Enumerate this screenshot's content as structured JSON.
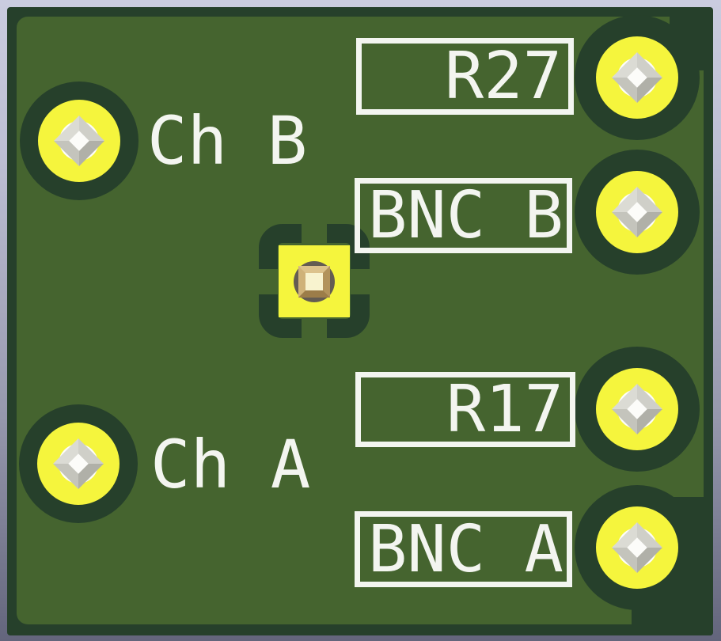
{
  "view": {
    "name": "pcb-3d-top-view"
  },
  "board": {
    "silkscreen": {
      "channel_b": "Ch B",
      "channel_a": "Ch A",
      "ref_r27": "R27",
      "ref_bnc_b": "BNC_B",
      "ref_r17": "R17",
      "ref_bnc_a": "BNC_A"
    },
    "pads": {
      "through_hole_count": 6,
      "smd_count": 1
    },
    "colors": {
      "solder_mask_over_copper": "#45642f",
      "solder_mask_bare": "#26402b",
      "pad_ring_yellow": "#f5f53d",
      "pin_metal_light": "#dbdbd4",
      "pin_metal_dark": "#b0b0a8",
      "smd_body_tan": "#c9aa6c",
      "smd_top_cream": "#f8f3cf",
      "silkscreen_white": "#f3f5f0",
      "background_top": "#caccdf",
      "background_bottom": "#63657c"
    }
  }
}
